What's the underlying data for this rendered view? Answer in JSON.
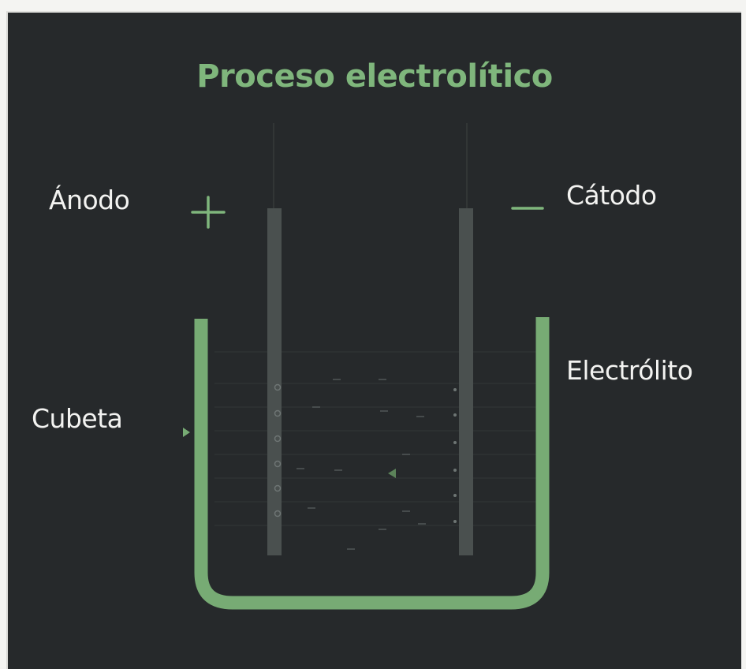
{
  "diagram": {
    "title": "Proceso electrolítico",
    "labels": {
      "anode": "Ánodo",
      "cathode": "Cátodo",
      "vessel": "Cubeta",
      "electrolyte": "Electrólito"
    },
    "signs": {
      "anode": "+",
      "cathode": "–"
    },
    "colors": {
      "background": "#26292b",
      "accent": "#7fb67c",
      "electrode": "#4a504f",
      "text": "#f3f3f1"
    }
  }
}
